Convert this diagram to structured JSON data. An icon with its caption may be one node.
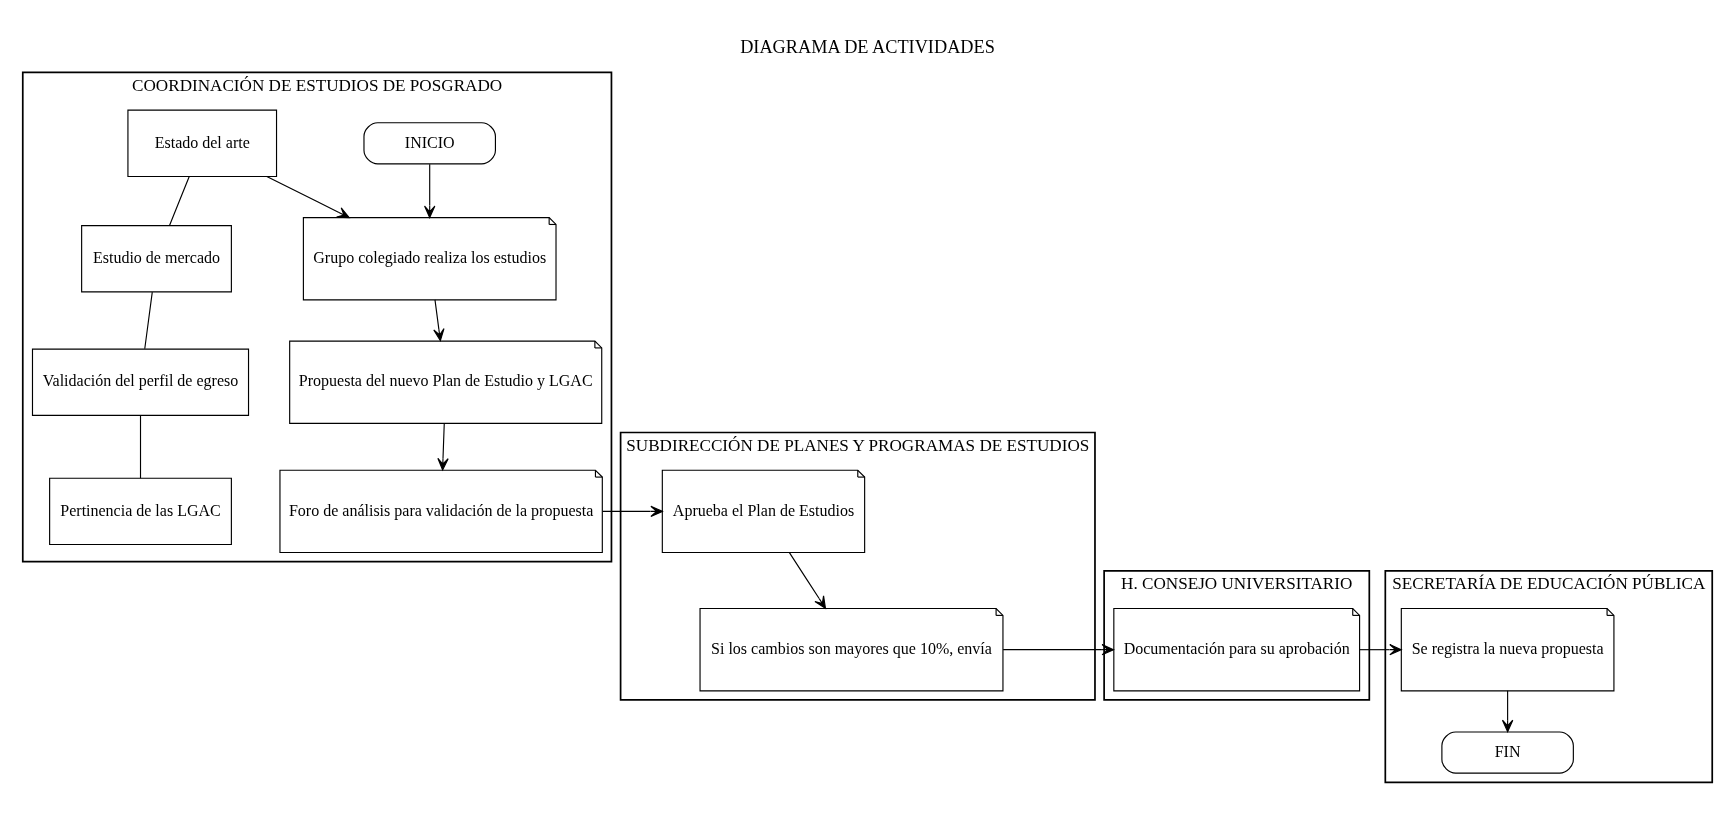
{
  "diagram": {
    "title": "DIAGRAMA DE ACTIVIDADES",
    "nodes": [
      {
        "text": [
          "COORDINACIÓN DE ESTUDIOS DE POSGRADO"
        ]
      },
      {
        "text": [
          "SUBDIRECCIÓN DE PLANES Y PROGRAMAS DE ESTUDIOS"
        ]
      },
      {
        "text": [
          "H. CONSEJO UNIVERSITARIO"
        ]
      },
      {
        "text": [
          "SECRETARÍA DE EDUCACIÓN PÚBLICA"
        ]
      },
      {
        "text": [
          "INICIO"
        ],
        "in": 0
      },
      {
        "text": [
          "Grupo colegiado realiza los estudios"
        ],
        "in": 0
      },
      {
        "text": [
          "Estado del arte"
        ],
        "in": 0
      },
      {
        "text": [
          "Estudio de mercado"
        ],
        "in": 0
      },
      {
        "text": [
          "Validación del perfil de egreso"
        ],
        "in": 0
      },
      {
        "text": [
          "Pertinencia de las LGAC"
        ],
        "in": 0
      },
      {
        "text": [
          "Propuesta del nuevo Plan de Estudio y LGAC"
        ],
        "in": 0
      },
      {
        "text": [
          "Foro de análisis para validación de la propuesta"
        ],
        "in": 0
      },
      {
        "text": [
          "Aprueba el Plan de Estudios"
        ],
        "in": 1
      },
      {
        "text": [
          "Si los cambios son mayores que 10%, envía"
        ],
        "in": 1
      },
      {
        "text": [
          "Documentación para su aprobación"
        ],
        "in": 2
      },
      {
        "text": [
          "Se registra la nueva propuesta"
        ],
        "in": 3
      },
      {
        "text": [
          "FIN"
        ],
        "in": 3
      }
    ],
    "edges": [
      {
        "from": 4,
        "to": 5,
        "arrow": "to"
      },
      {
        "from": 6,
        "to": 5,
        "arrow": "to"
      },
      {
        "from": 6,
        "to": 7,
        "arrow": "none"
      },
      {
        "from": 7,
        "to": 8,
        "arrow": "none"
      },
      {
        "from": 8,
        "to": 9,
        "arrow": "none"
      },
      {
        "from": 5,
        "to": 10,
        "arrow": "to"
      },
      {
        "from": 10,
        "to": 11,
        "arrow": "to"
      },
      {
        "from": 11,
        "to": 12,
        "arrow": "to"
      },
      {
        "from": 12,
        "to": 13,
        "arrow": "to"
      },
      {
        "from": 13,
        "to": 14,
        "arrow": "to"
      },
      {
        "from": 14,
        "to": 15,
        "arrow": "to"
      },
      {
        "from": 15,
        "to": 16,
        "arrow": "to"
      }
    ]
  }
}
